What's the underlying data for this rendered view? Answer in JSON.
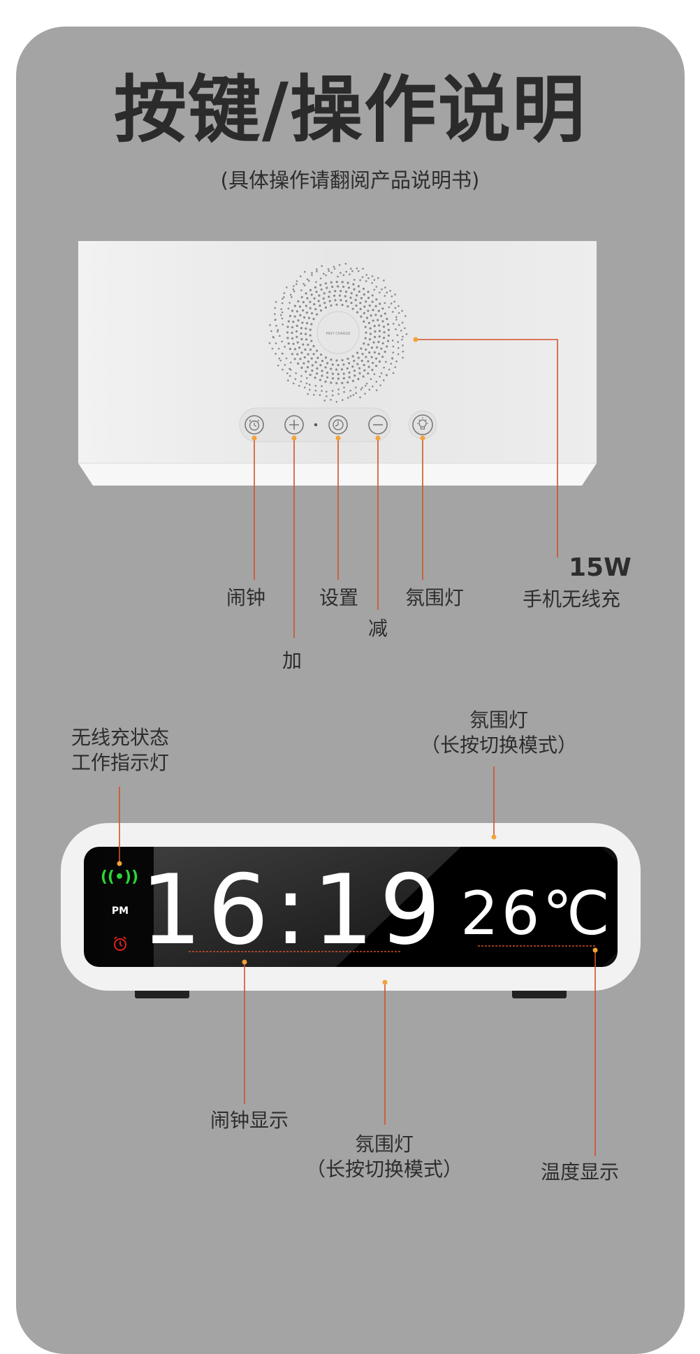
{
  "title": "按键/操作说明",
  "subtitle": "(具体操作请翻阅产品说明书)",
  "top_device": {
    "charge_pad_text": "FAST CHARGE",
    "buttons": [
      "alarm-icon",
      "plus-icon",
      "clock-icon",
      "minus-icon",
      "bulb-icon"
    ],
    "labels": {
      "alarm": "闹钟",
      "settings": "设置",
      "ambient": "氛围灯",
      "power": "15W",
      "wireless": "手机无线充",
      "minus": "减",
      "plus": "加"
    }
  },
  "clock_device": {
    "time": "16:19",
    "temperature": "26℃",
    "pm_text": "PM",
    "labels": {
      "wireless_status_line1": "无线充状态",
      "wireless_status_line2": "工作指示灯",
      "ambient_top_line1": "氛围灯",
      "ambient_top_line2": "（长按切换模式）",
      "alarm_display": "闹钟显示",
      "ambient_bottom_line1": "氛围灯",
      "ambient_bottom_line2": "（长按切换模式）",
      "temp_display": "温度显示"
    }
  },
  "colors": {
    "background": "#a4a4a4",
    "leader_line": "#d2512b",
    "dot": "#f2a33a",
    "wireless_led": "#2bd635",
    "alarm_led": "#e02020"
  }
}
